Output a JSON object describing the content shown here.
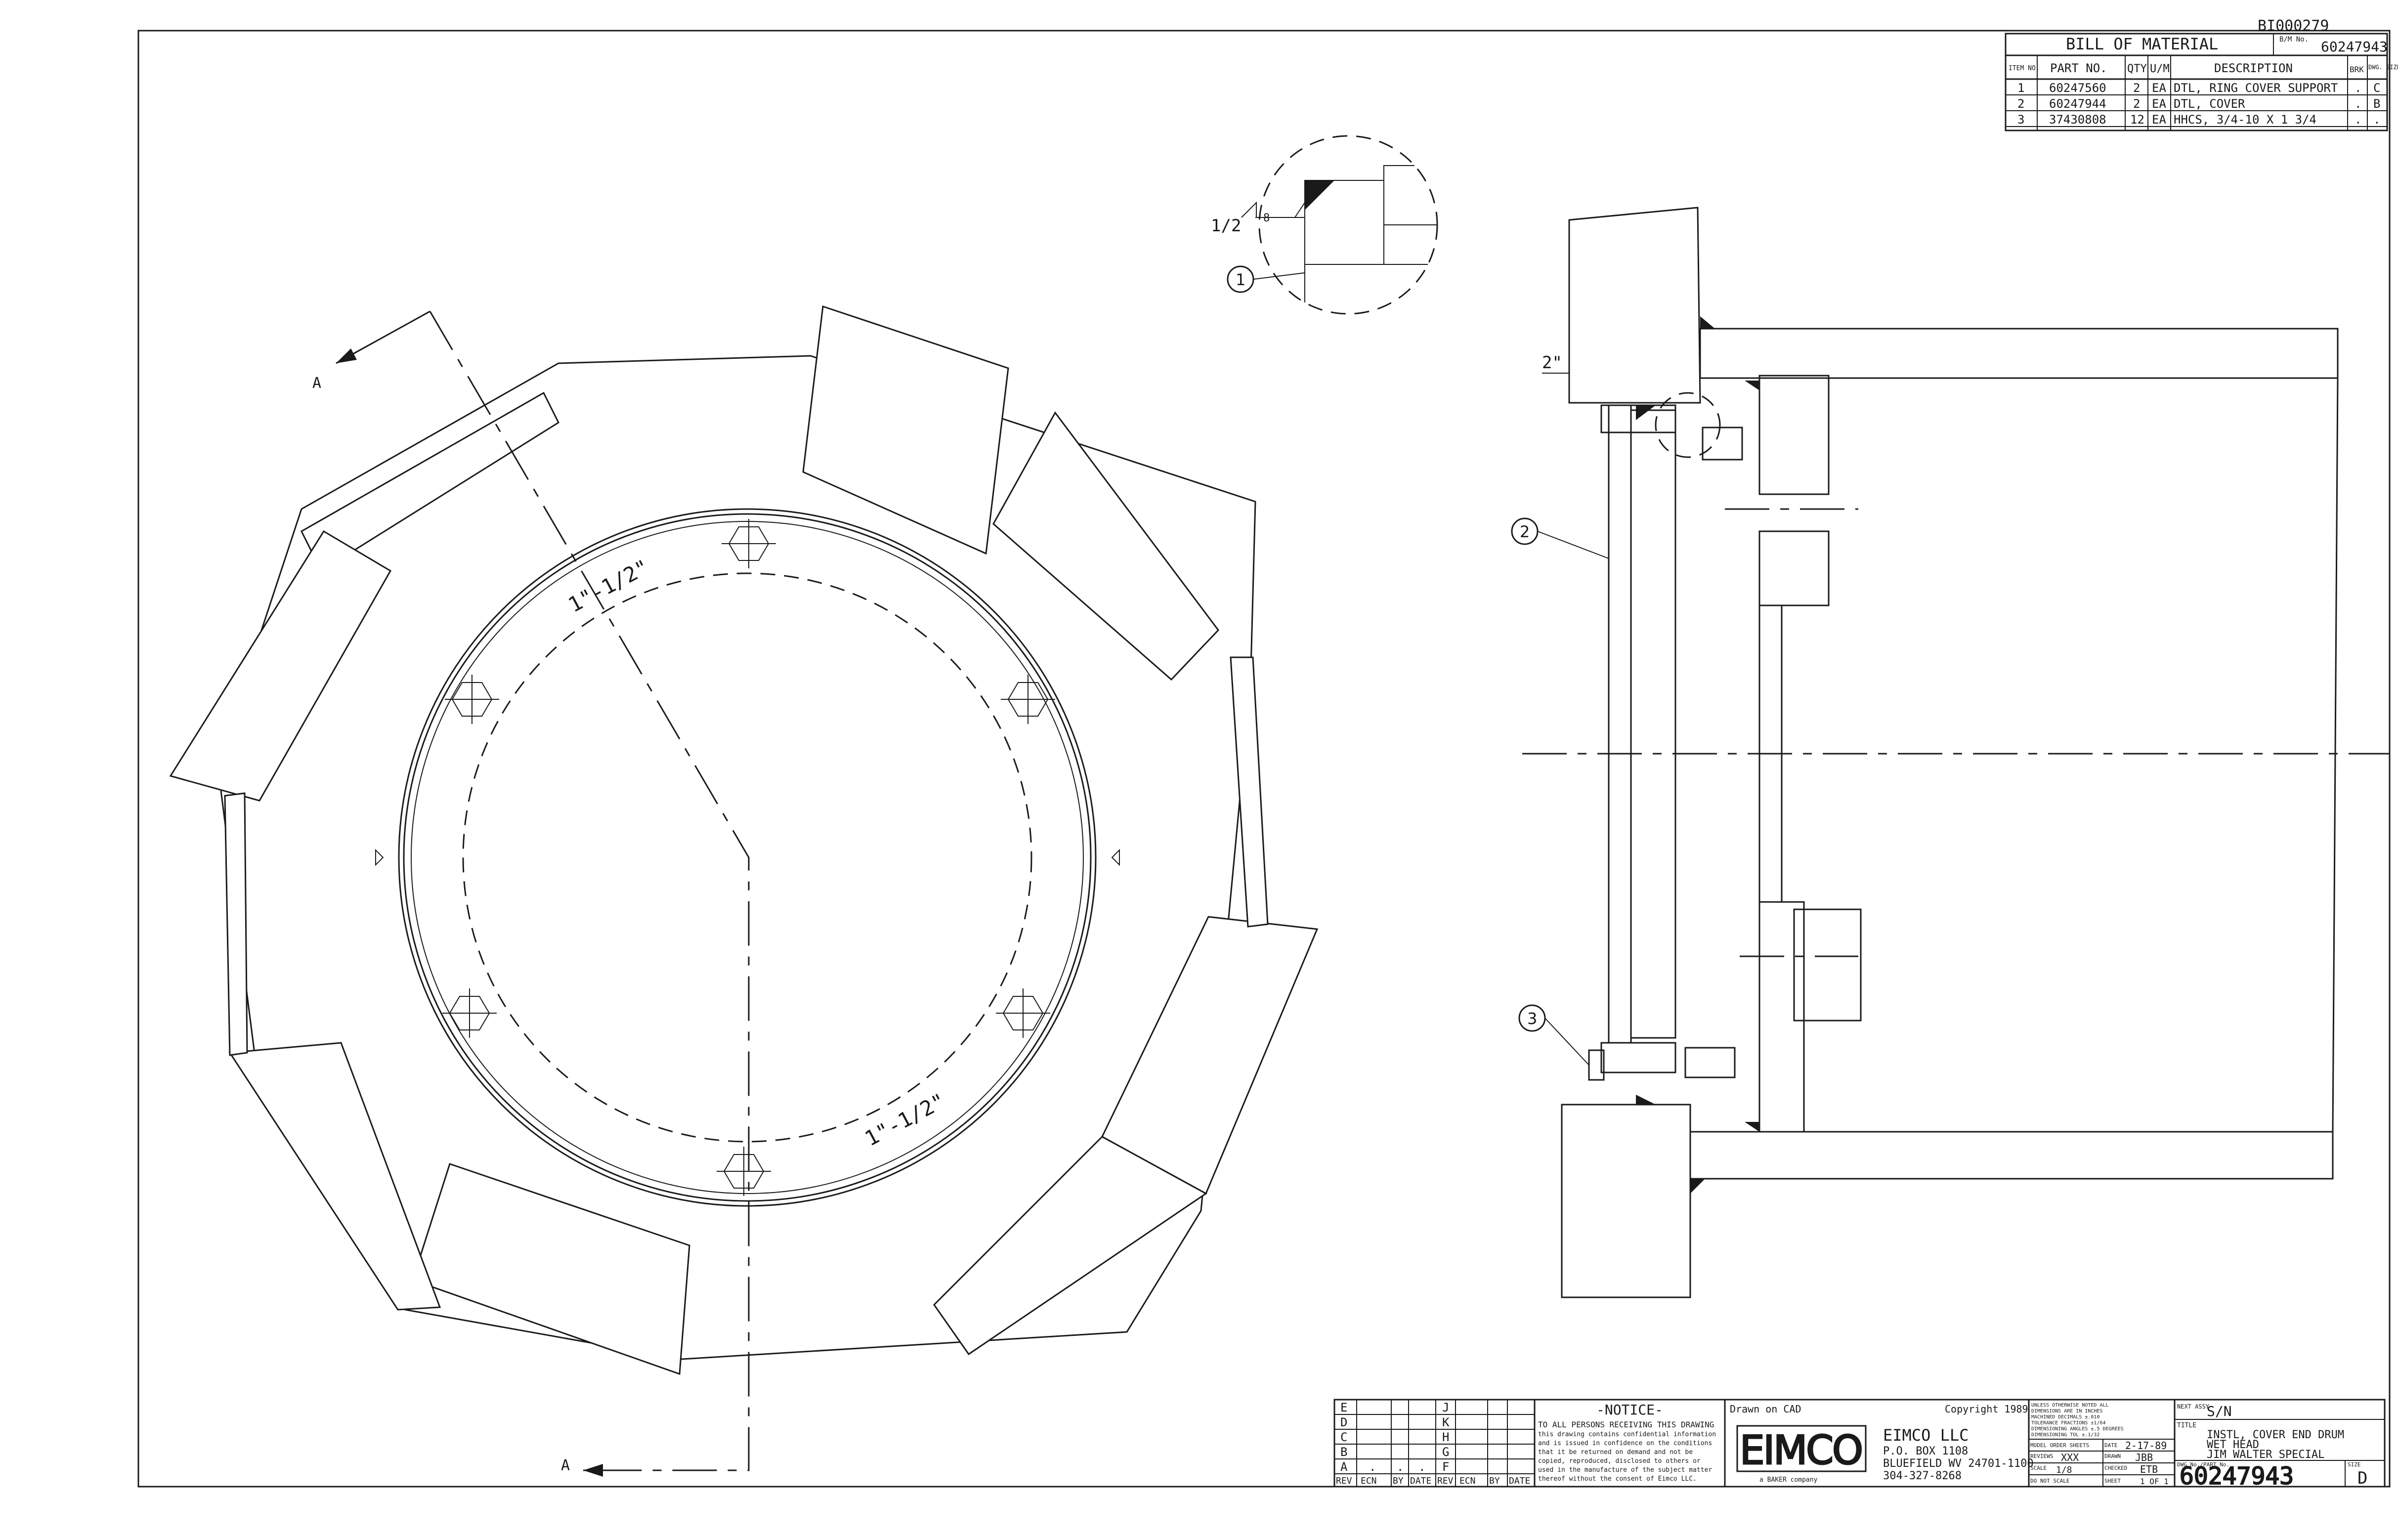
{
  "document": {
    "doc_id": "BI000279",
    "bom_no_label": "B/M No.",
    "bom_no": "60247943"
  },
  "bom": {
    "title": "BILL OF MATERIAL",
    "headers": [
      "ITEM NO.",
      "PART NO.",
      "QTY",
      "U/M",
      "DESCRIPTION",
      "BRK",
      "DWG. SIZE"
    ],
    "rows": [
      [
        "1",
        "60247560",
        "2",
        "EA",
        "DTL, RING COVER SUPPORT",
        ".",
        "C"
      ],
      [
        "2",
        "60247944",
        "2",
        "EA",
        "DTL, COVER",
        ".",
        "B"
      ],
      [
        "3",
        "37430808",
        "12",
        "EA",
        "HHCS, 3/4-10 X 1 3/4",
        ".",
        "."
      ]
    ]
  },
  "annotations": {
    "weld_callout": "1/2",
    "weld_angle": "8",
    "chamfer": "2\"",
    "balloon_1": "1",
    "balloon_2": "2",
    "balloon_3": "3",
    "section_a_top": "A",
    "section_a_bottom": "A",
    "dim_upper": "1\"-1/2\"",
    "dim_lower": "1\"-1/2\""
  },
  "revision": {
    "letters_left": [
      "E",
      "D",
      "C",
      "B",
      "A"
    ],
    "letters_right": [
      "J",
      "K",
      "H",
      "G",
      "F"
    ],
    "dots_row_a": [
      ".",
      ".",
      "."
    ],
    "footer": [
      "REV",
      "ECN",
      "BY",
      "DATE",
      "REV",
      "ECN",
      "BY",
      "DATE"
    ]
  },
  "notice": {
    "title": "-NOTICE-",
    "lines": [
      "TO ALL PERSONS RECEIVING THIS DRAWING",
      "this drawing contains confidential information",
      "and is issued in confidence on the conditions",
      "that it be returned on demand and not be",
      "copied, reproduced, disclosed to others or",
      "used in the manufacture of the subject matter",
      "thereof without the consent of Eimco LLC."
    ]
  },
  "company": {
    "drawn_on": "Drawn on CAD",
    "copyright": "Copyright 1989",
    "logo": "EIMCO",
    "sub": "a BAKER company",
    "name": "EIMCO LLC",
    "address_lines": [
      "P.O. BOX 1108",
      "BLUEFIELD WV 24701-1100",
      "304-327-8268"
    ]
  },
  "tolerance": {
    "lines": [
      "UNLESS OTHERWISE NOTED ALL",
      "DIMENSIONS ARE IN INCHES",
      "MACHINED DECIMALS ±.010",
      "TOLERANCE FRACTIONS ±1/64",
      "DIMENSIONING ANGLES ±.5 DEGREES",
      "DIMENSIONING TOL ±.1/32"
    ],
    "fields": [
      {
        "label": "MODEL ORDER SHEETS",
        "value": "",
        "label2": "DATE",
        "value2": "2-17-89"
      },
      {
        "label": "REVIEWS",
        "value": "XXX",
        "label2": "DRAWN",
        "value2": "JBB"
      },
      {
        "label": "SCALE",
        "value": "1/8",
        "label2": "CHECKED",
        "value2": "ETB"
      },
      {
        "label": "DO NOT SCALE",
        "value": "",
        "label2": "SHEET",
        "value2": "1 OF 1"
      }
    ]
  },
  "title_block": {
    "next_assy_label": "NEXT ASSY",
    "next_assy": "S/N",
    "title_label": "TITLE",
    "title_lines": [
      "INSTL, COVER END DRUM",
      "WET HEAD",
      "JIM WALTER SPECIAL"
    ],
    "dwg_label": "DWG No./PART No.",
    "dwg_no": "60247943",
    "size_label": "SIZE",
    "size": "D"
  },
  "colors": {
    "ink": "#1a1a1a",
    "paper": "#ffffff"
  }
}
